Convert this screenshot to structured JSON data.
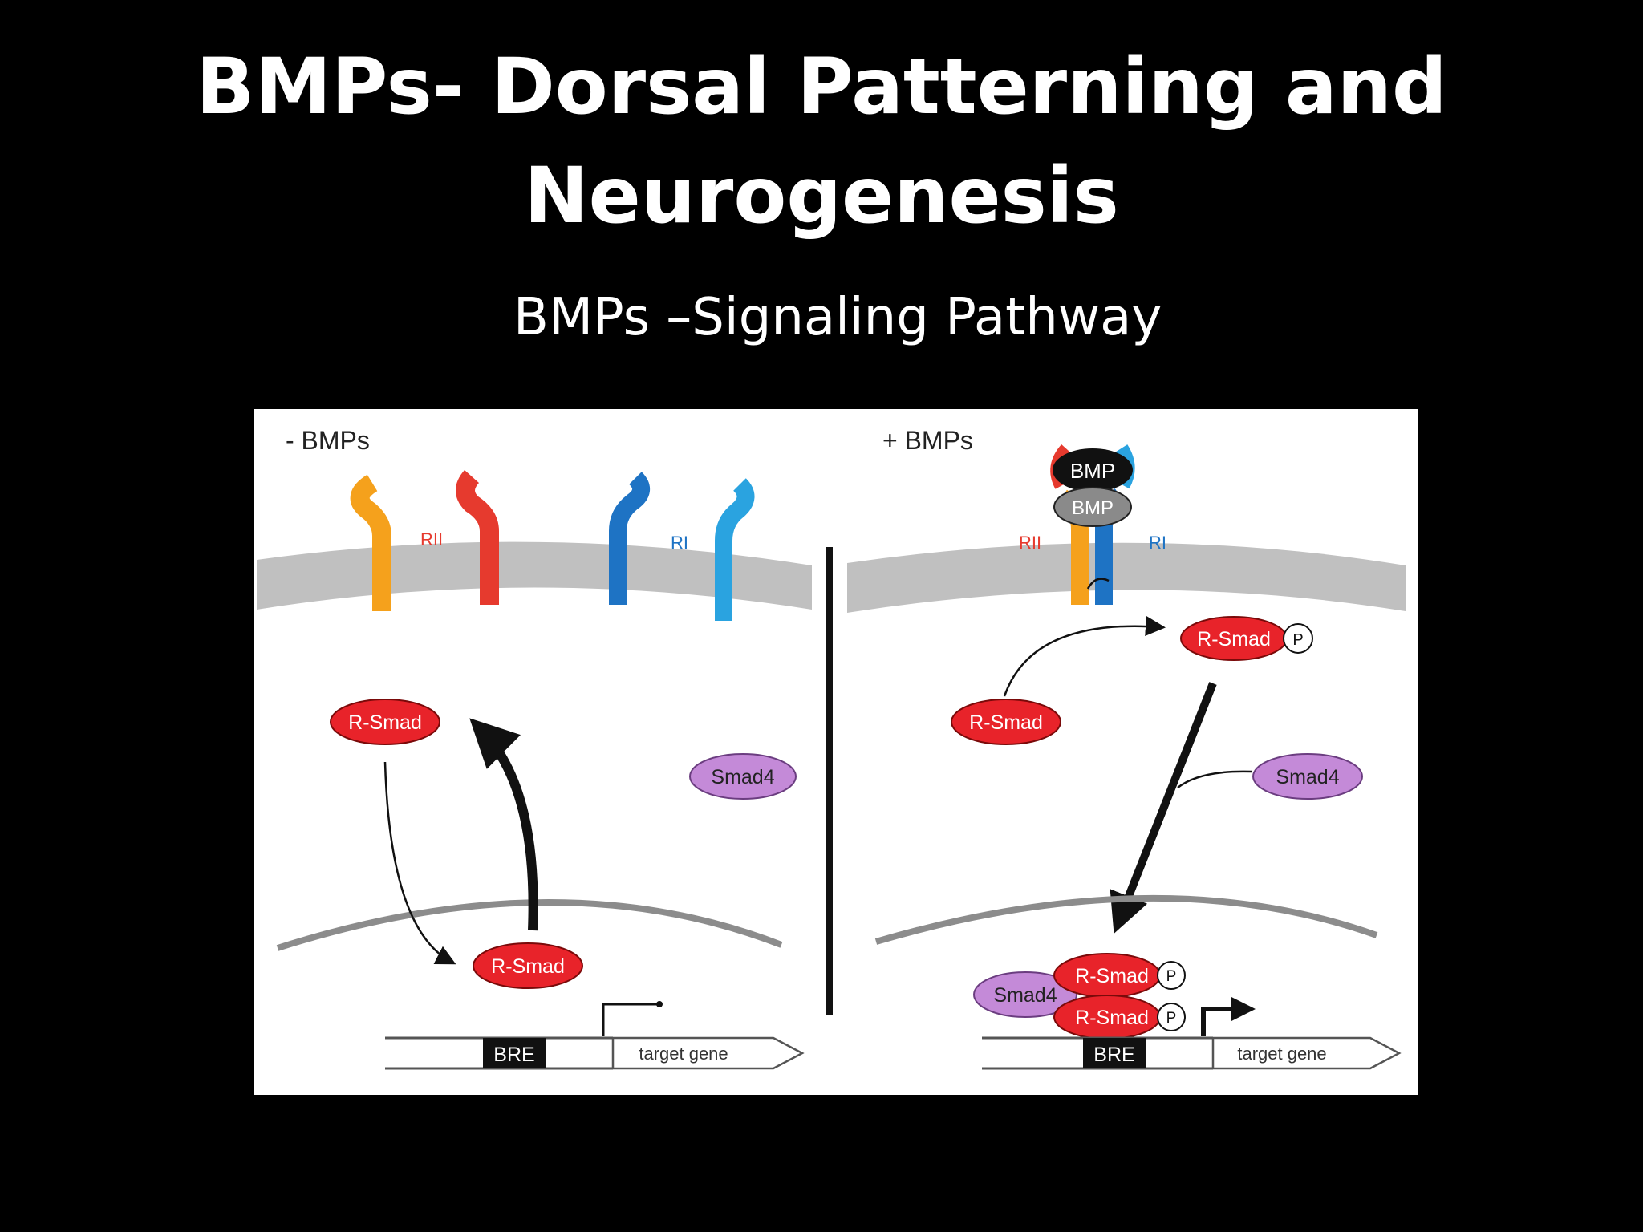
{
  "slide": {
    "title_line1": "BMPs- Dorsal Patterning and",
    "title_line2": "Neurogenesis",
    "subtitle": "BMPs –Signaling Pathway"
  },
  "diagram": {
    "left_panel": {
      "header": "- BMPs",
      "receptor_type2_label": "RII",
      "receptor_type1_label": "RI",
      "cytoplasm_smad": "R-Smad",
      "nuclear_smad": "R-Smad",
      "smad4": "Smad4",
      "promoter": "BRE",
      "gene": "target gene"
    },
    "right_panel": {
      "header": "+ BMPs",
      "ligand_top": "BMP",
      "ligand_bottom": "BMP",
      "receptor_type2_label": "RII",
      "receptor_type1_label": "RI",
      "phospho_smad": "R-Smad",
      "phospho_label": "P",
      "cytoplasm_smad": "R-Smad",
      "smad4": "Smad4",
      "complex_smad4": "Smad4",
      "complex_smad_1": "R-Smad",
      "complex_smad_2": "R-Smad",
      "complex_p1": "P",
      "complex_p2": "P",
      "promoter": "BRE",
      "gene": "target gene"
    },
    "colors": {
      "membrane": "#c0c0c0",
      "nuclear_membrane": "#8c8c8c",
      "type2_receptor_a": "#f5a11c",
      "type2_receptor_b": "#e63a2e",
      "type1_receptor_a": "#1e73c4",
      "type1_receptor_b": "#2aa3e0",
      "r_smad": "#e8232a",
      "smad4": "#c48ad8",
      "bmp_top": "#111111",
      "bmp_bottom": "#8a8a8a"
    }
  }
}
